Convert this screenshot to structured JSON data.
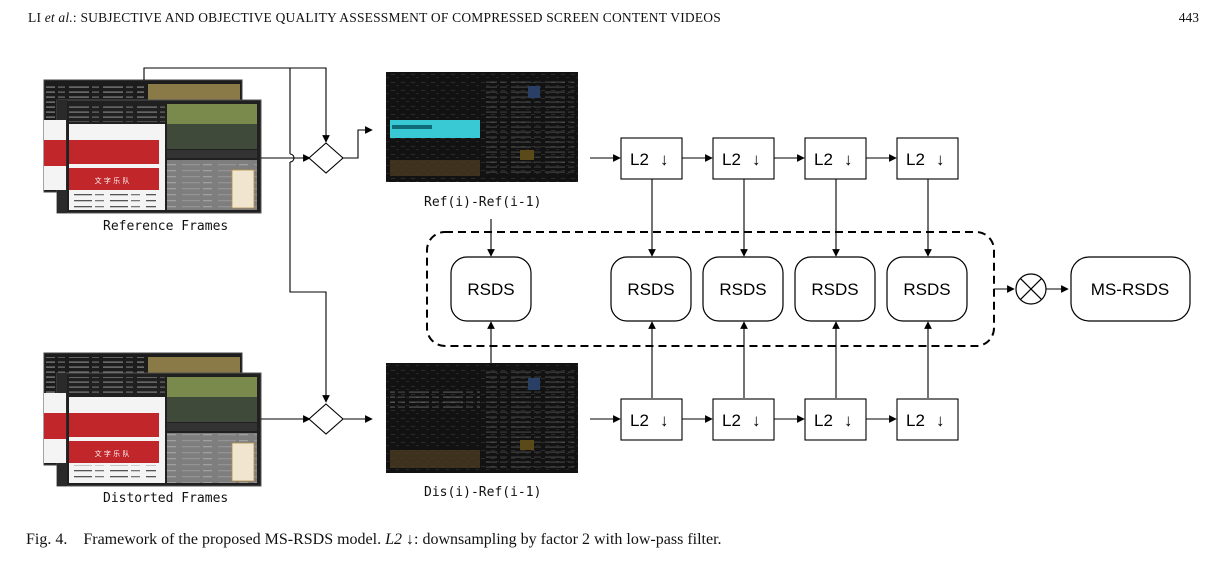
{
  "header": {
    "title_prefix": "LI ",
    "title_italic": "et al.",
    "title_rest": ": SUBJECTIVE AND OBJECTIVE QUALITY ASSESSMENT OF COMPRESSED SCREEN CONTENT VIDEOS",
    "page_number": "443"
  },
  "figure": {
    "reference_label": "Reference Frames",
    "distorted_label": "Distorted Frames",
    "ref_diff_label": "Ref(i)-Ref(i-1)",
    "dis_diff_label": "Dis(i)-Ref(i-1)",
    "downsample_label": "L2",
    "downsample_arrow": "↓",
    "rsds_label": "RSDS",
    "output_label": "MS-RSDS",
    "stack_banner_text": "文 字 乐 队"
  },
  "caption": {
    "prefix": "Fig. 4.",
    "text_before": "Framework of the proposed MS-RSDS model. ",
    "italic": "L2",
    "text_after": " ↓: downsampling by factor 2 with low-pass filter."
  },
  "colors": {
    "frame_dark": "#1c1c1c",
    "banner_red": "#c0262a",
    "cyan_band": "#39c9d4",
    "box_fill": "#ffffff",
    "stroke": "#000000"
  }
}
